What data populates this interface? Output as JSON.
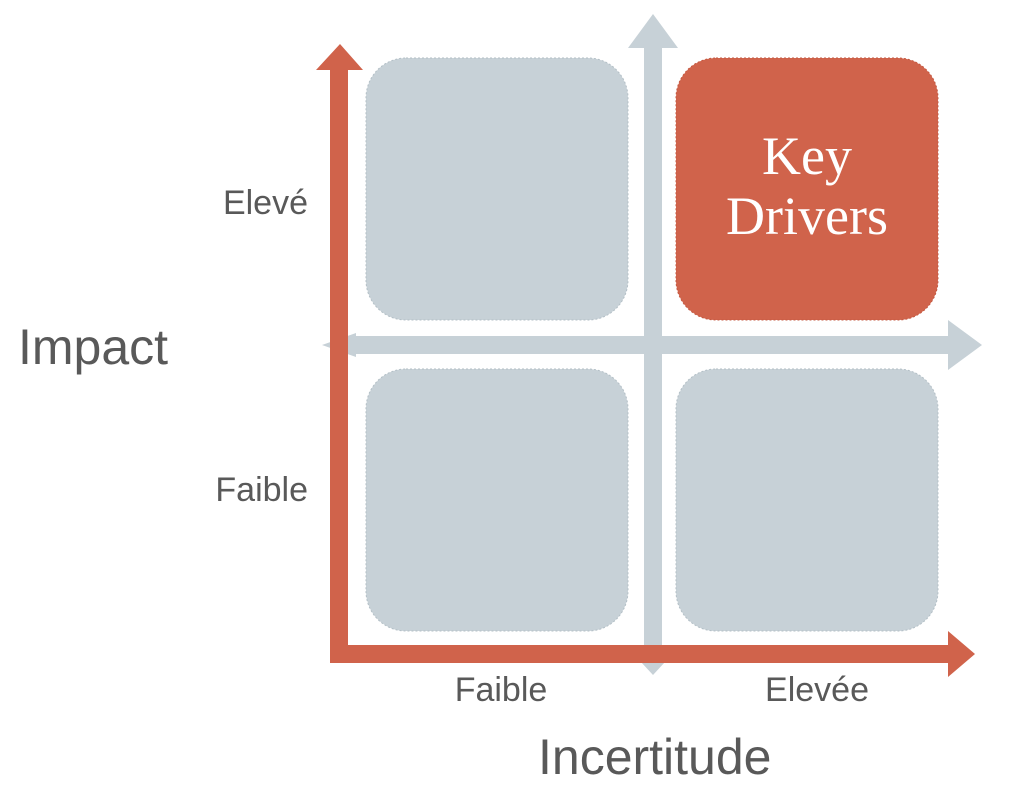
{
  "y_axis": {
    "title": "Impact",
    "high_label": "Elevé",
    "low_label": "Faible"
  },
  "x_axis": {
    "title": "Incertitude",
    "low_label": "Faible",
    "high_label": "Elevée"
  },
  "quadrants": {
    "top_left": {
      "label": ""
    },
    "top_right": {
      "label_line1": "Key",
      "label_line2": "Drivers",
      "highlighted": true
    },
    "bottom_left": {
      "label": ""
    },
    "bottom_right": {
      "label": ""
    }
  },
  "colors": {
    "accent": "#D0634B",
    "neutral": "#C7D1D7",
    "label_text": "#595959",
    "highlight_text": "#FFFFFF"
  }
}
